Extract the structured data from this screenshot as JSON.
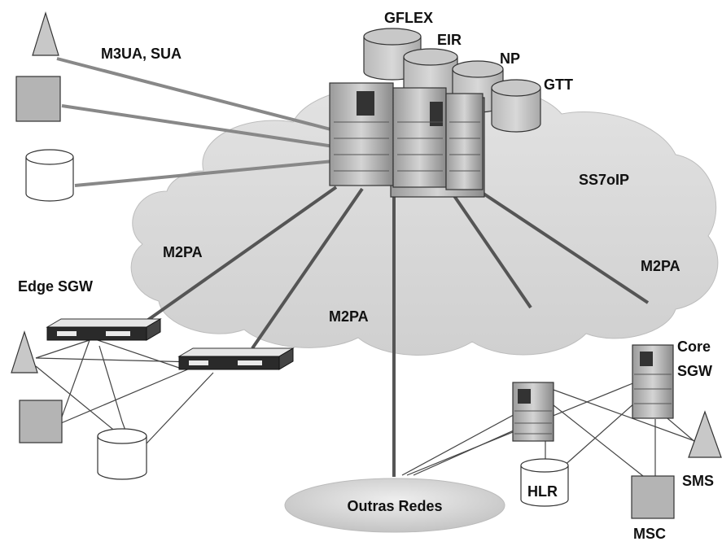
{
  "labels": {
    "gflex": "GFLEX",
    "eir": "EIR",
    "np": "NP",
    "gtt": "GTT",
    "m3ua_sua": "M3UA, SUA",
    "ss7oip": "SS7oIP",
    "m2pa_left": "M2PA",
    "m2pa_center": "M2PA",
    "m2pa_right": "M2PA",
    "edge_sgw": "Edge SGW",
    "core": "Core",
    "sgw": "SGW",
    "hlr": "HLR",
    "sms": "SMS",
    "msc": "MSC",
    "outras_redes": "Outras Redes"
  },
  "colors": {
    "cloud": "#d8d8d8",
    "node_fill": "#b0b0b0",
    "outline": "#333333",
    "line_dark": "#555555",
    "line_light": "#8a8a8a",
    "ellipse": "#d0d0d0"
  }
}
